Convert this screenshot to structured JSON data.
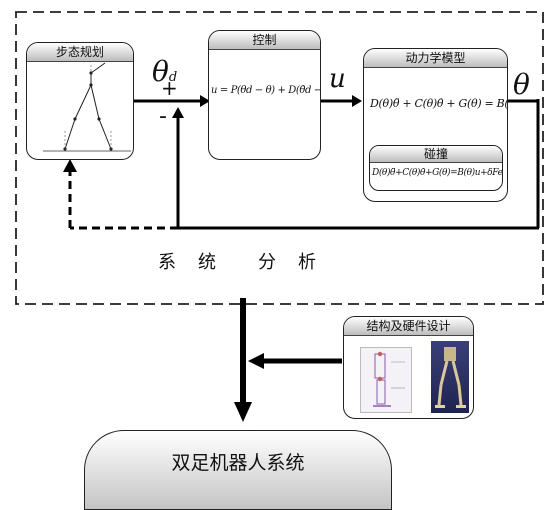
{
  "gait_box": {
    "title": "步态规划"
  },
  "control_box": {
    "title": "控制",
    "equation": "u = P(θd − θ) + D(θ̇d − θ̇)"
  },
  "dynamics_box": {
    "title": "动力学模型",
    "equation": "D(θ)θ̈ + C(θ)θ̇ + G(θ) = B(θ)u"
  },
  "collision_box": {
    "title": "碰撞",
    "equation": "D(θ)θ̈+C(θ)θ̇+G(θ)=B(θ)u+δFex"
  },
  "structure_box": {
    "title": "结构及硬件设计"
  },
  "signals": {
    "theta": "θ",
    "theta_d_sub": "d",
    "u": "u",
    "plus": "+",
    "minus": "-"
  },
  "analysis": {
    "label": "系　统　　分　析"
  },
  "system": {
    "label": "双足机器人系统"
  }
}
